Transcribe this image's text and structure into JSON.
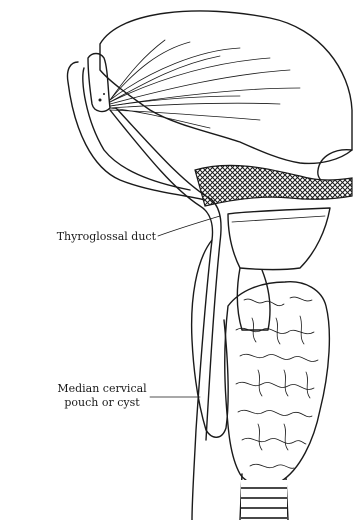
{
  "labels": {
    "thyroglossal_duct": "Thyroglossal duct",
    "median_cervical_line1": "Median cervical",
    "median_cervical_line2": "pouch or cyst"
  },
  "colors": {
    "ink": "#1a1a1a",
    "background": "#ffffff"
  }
}
